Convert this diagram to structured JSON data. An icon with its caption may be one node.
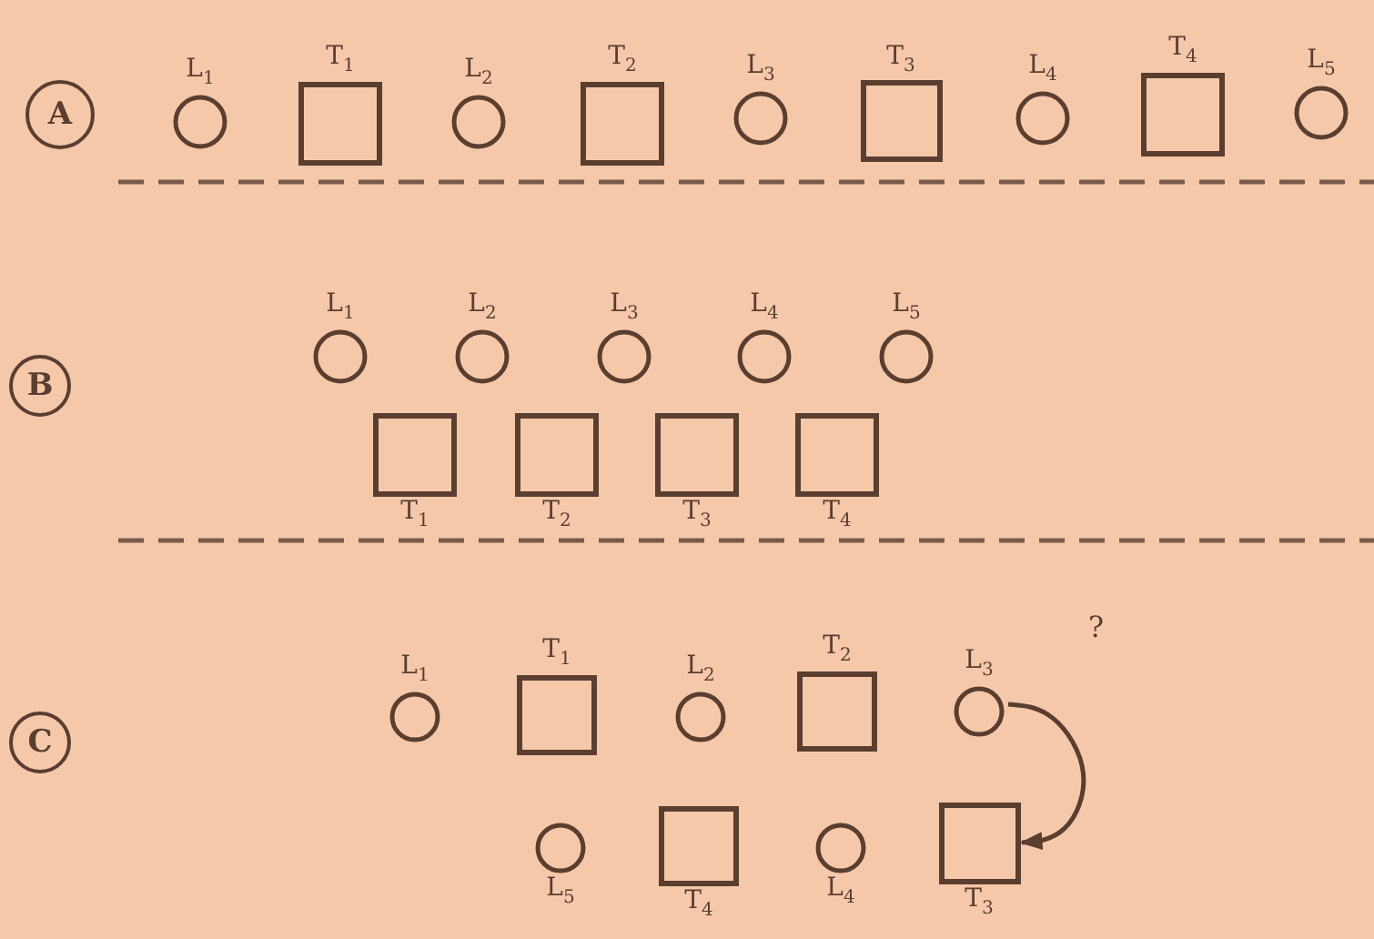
{
  "diagram": {
    "nodes": [
      {
        "text": [
          "A"
        ]
      },
      {
        "text": [
          "L$_{1}$"
        ]
      },
      {
        "text": [
          "T$_{1}$"
        ]
      },
      {
        "text": [
          "L$_{2}$"
        ]
      },
      {
        "text": [
          "T$_{2}$"
        ]
      },
      {
        "text": [
          "L$_{3}$"
        ]
      },
      {
        "text": [
          "T$_{3}$"
        ]
      },
      {
        "text": [
          "L$_{4}$"
        ]
      },
      {
        "text": [
          "T$_{4}$"
        ]
      },
      {
        "text": [
          "L$_{5}$"
        ]
      },
      {
        "text": [
          "B"
        ]
      },
      {
        "text": [
          "L$_{1}$"
        ]
      },
      {
        "text": [
          "L$_{2}$"
        ]
      },
      {
        "text": [
          "L$_{3}$"
        ]
      },
      {
        "text": [
          "L$_{4}$"
        ]
      },
      {
        "text": [
          "L$_{5}$"
        ]
      },
      {
        "text": [
          "T$_{1}$"
        ]
      },
      {
        "text": [
          "T$_{2}$"
        ]
      },
      {
        "text": [
          "T$_{3}$"
        ]
      },
      {
        "text": [
          "T$_{4}$"
        ]
      },
      {
        "text": [
          "C"
        ]
      },
      {
        "text": [
          "L$_{1}$"
        ]
      },
      {
        "text": [
          "T$_{1}$"
        ]
      },
      {
        "text": [
          "L$_{2}$"
        ]
      },
      {
        "text": [
          "T$_{2}$"
        ]
      },
      {
        "text": [
          "L$_{3}$"
        ]
      },
      {
        "text": [
          "L$_{5}$"
        ]
      },
      {
        "text": [
          "T$_{4}$"
        ]
      },
      {
        "text": [
          "L$_{4}$"
        ]
      },
      {
        "text": [
          "T$_{3}$"
        ]
      }
    ],
    "edges": [
      {
        "from": 25,
        "to": 29,
        "arrow": "to"
      }
    ],
    "labels": [
      "?"
    ]
  }
}
